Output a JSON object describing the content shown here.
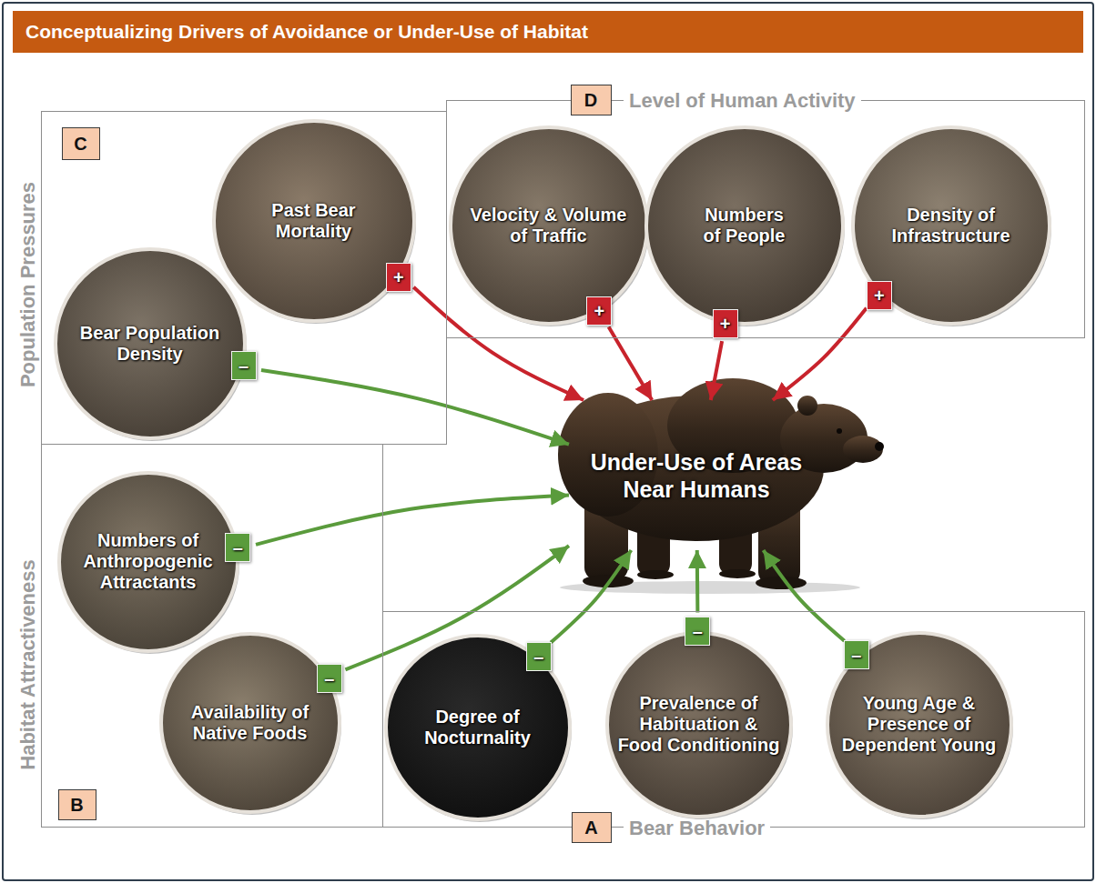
{
  "diagram": {
    "title": "Conceptualizing Drivers of Avoidance or Under-Use of Habitat",
    "nodes": [
      {
        "text": [
          "Population Pressures"
        ]
      },
      {
        "text": [
          "C"
        ],
        "in": 0
      },
      {
        "text": [
          "Past Bear Mortality"
        ],
        "in": 0
      },
      {
        "text": [
          "+"
        ],
        "in": 2
      },
      {
        "text": [
          "Bear Population Density"
        ],
        "in": 0
      },
      {
        "text": [
          "–"
        ],
        "in": 4
      },
      {
        "text": [
          "Level of Human Activity"
        ]
      },
      {
        "text": [
          "D"
        ],
        "in": 6
      },
      {
        "text": [
          "Velocity & Volume of Traffic"
        ],
        "in": 6
      },
      {
        "text": [
          "+"
        ],
        "in": 8
      },
      {
        "text": [
          "Numbers of People"
        ],
        "in": 6
      },
      {
        "text": [
          "+"
        ],
        "in": 10
      },
      {
        "text": [
          "Density of Infrastructure"
        ],
        "in": 6
      },
      {
        "text": [
          "+"
        ],
        "in": 12
      },
      {
        "text": [
          "Under-Use of Areas Near Humans"
        ]
      },
      {
        "text": [
          "Habitat Attractiveness"
        ]
      },
      {
        "text": [
          "Numbers of Anthropogenic Attractants"
        ],
        "in": 15
      },
      {
        "text": [
          "–"
        ],
        "in": 16
      },
      {
        "text": [
          "Availability of Native Foods"
        ],
        "in": 15
      },
      {
        "text": [
          "–"
        ],
        "in": 18
      },
      {
        "text": [
          "B"
        ],
        "in": 15
      },
      {
        "text": [
          "Bear Behavior"
        ]
      },
      {
        "text": [
          "Degree of Nocturnality"
        ],
        "in": 21
      },
      {
        "text": [
          "–"
        ],
        "in": 22
      },
      {
        "text": [
          "Prevalence of Habituation & Food Conditioning"
        ],
        "in": 21
      },
      {
        "text": [
          "–"
        ],
        "in": 24
      },
      {
        "text": [
          "Young Age & Presence of Dependent Young"
        ],
        "in": 21
      },
      {
        "text": [
          "–"
        ],
        "in": 26
      },
      {
        "text": [
          "A"
        ],
        "in": 21
      }
    ],
    "edges": [
      {
        "from": 2,
        "to": 14,
        "arrow": "to"
      },
      {
        "from": 4,
        "to": 14,
        "arrow": "to"
      },
      {
        "from": 8,
        "to": 14,
        "arrow": "to"
      },
      {
        "from": 10,
        "to": 14,
        "arrow": "to"
      },
      {
        "from": 12,
        "to": 14,
        "arrow": "to"
      },
      {
        "from": 16,
        "to": 14,
        "arrow": "to"
      },
      {
        "from": 18,
        "to": 14,
        "arrow": "to"
      },
      {
        "from": 22,
        "to": 14,
        "arrow": "to"
      },
      {
        "from": 24,
        "to": 14,
        "arrow": "to"
      },
      {
        "from": 26,
        "to": 14,
        "arrow": "to"
      }
    ]
  }
}
